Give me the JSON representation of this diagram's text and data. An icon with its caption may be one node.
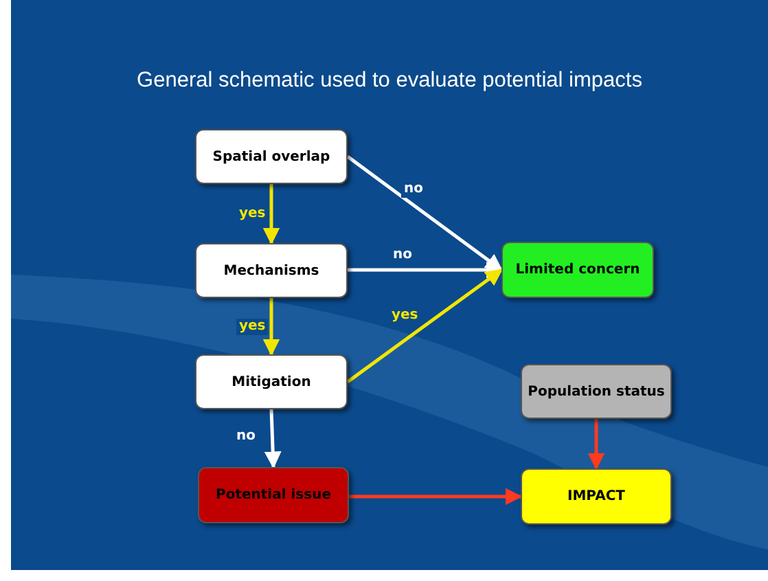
{
  "diagram": {
    "title": "General schematic used to evaluate potential impacts",
    "nodes": [
      {
        "text": [
          "Spatial overlap"
        ]
      },
      {
        "text": [
          "Mechanisms"
        ]
      },
      {
        "text": [
          "Mitigation"
        ]
      },
      {
        "text": [
          "Potential issue"
        ]
      },
      {
        "text": [
          "Limited concern"
        ]
      },
      {
        "text": [
          "Population status"
        ]
      },
      {
        "text": [
          "IMPACT"
        ]
      }
    ],
    "edges": [
      {
        "from": 0,
        "to": 1,
        "arrow": "to",
        "label": "yes",
        "color": "#f2e600"
      },
      {
        "from": 0,
        "to": 4,
        "arrow": "to",
        "label": "no",
        "color": "#ffffff"
      },
      {
        "from": 1,
        "to": 4,
        "arrow": "to",
        "label": "no",
        "color": "#ffffff"
      },
      {
        "from": 1,
        "to": 2,
        "arrow": "to",
        "label": "yes",
        "color": "#f2e600"
      },
      {
        "from": 2,
        "to": 4,
        "arrow": "to",
        "label": "yes",
        "color": "#f2e600"
      },
      {
        "from": 2,
        "to": 3,
        "arrow": "to",
        "label": "no",
        "color": "#ffffff"
      },
      {
        "from": 3,
        "to": 6,
        "arrow": "to",
        "color": "#ff3b1f"
      },
      {
        "from": 5,
        "to": 6,
        "arrow": "to",
        "color": "#ff3b1f"
      }
    ]
  }
}
